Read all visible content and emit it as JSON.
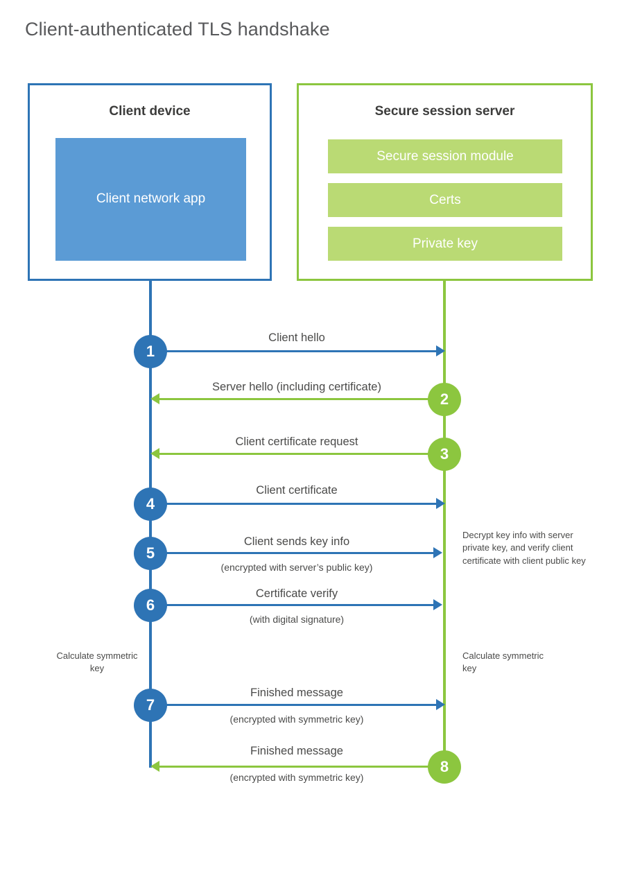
{
  "title": "Client-authenticated TLS handshake",
  "colors": {
    "client_blue": "#2e74b5",
    "client_app_fill": "#5b9bd5",
    "server_green": "#8cc63f",
    "server_bar_fill": "#bada74",
    "title_grey": "#58595b",
    "text_grey": "#4a4a49"
  },
  "client": {
    "title": "Client device",
    "app_label": "Client network app"
  },
  "server": {
    "title": "Secure session server",
    "components": [
      {
        "label": "Secure session module"
      },
      {
        "label": "Certs"
      },
      {
        "label": "Private key"
      }
    ]
  },
  "steps": [
    {
      "number": "1",
      "label": "Client hello",
      "sublabel": "",
      "direction": "client-to-server"
    },
    {
      "number": "2",
      "label": "Server hello (including certificate)",
      "sublabel": "",
      "direction": "server-to-client"
    },
    {
      "number": "3",
      "label": "Client certificate request",
      "sublabel": "",
      "direction": "server-to-client"
    },
    {
      "number": "4",
      "label": "Client certificate",
      "sublabel": "",
      "direction": "client-to-server"
    },
    {
      "number": "5",
      "label": "Client sends key info",
      "sublabel": "(encrypted with server’s public key)",
      "direction": "client-to-server"
    },
    {
      "number": "6",
      "label": "Certificate verify",
      "sublabel": "(with digital signature)",
      "direction": "client-to-server"
    },
    {
      "number": "7",
      "label": "Finished message",
      "sublabel": "(encrypted with symmetric key)",
      "direction": "client-to-server"
    },
    {
      "number": "8",
      "label": "Finished message",
      "sublabel": "(encrypted with symmetric key)",
      "direction": "server-to-client"
    }
  ],
  "annotations": {
    "server_decrypt": "Decrypt key info with server private key, and verify client certificate with client public key",
    "client_calculate": "Calculate symmetric key",
    "server_calculate": "Calculate symmetric key"
  }
}
